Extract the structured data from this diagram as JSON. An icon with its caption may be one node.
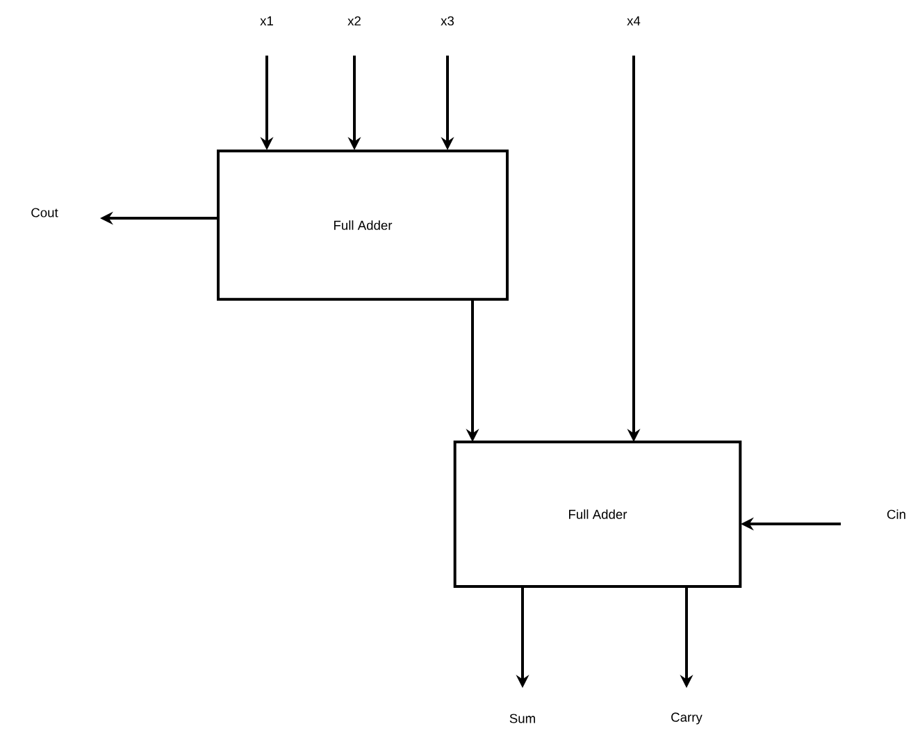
{
  "diagram": {
    "nodes": [
      {
        "text": [
          "x1"
        ]
      },
      {
        "text": [
          "x2"
        ]
      },
      {
        "text": [
          "x3"
        ]
      },
      {
        "text": [
          "x4"
        ]
      },
      {
        "text": [
          "Cout"
        ]
      },
      {
        "text": [
          "Full Adder"
        ]
      },
      {
        "text": [
          "Full Adder"
        ]
      },
      {
        "text": [
          "Cin"
        ]
      },
      {
        "text": [
          "Sum"
        ]
      },
      {
        "text": [
          "Carry"
        ]
      }
    ],
    "edges": [
      {
        "from": 0,
        "to": 5,
        "arrow": "to"
      },
      {
        "from": 1,
        "to": 5,
        "arrow": "to"
      },
      {
        "from": 2,
        "to": 5,
        "arrow": "to"
      },
      {
        "from": 5,
        "to": 4,
        "arrow": "to"
      },
      {
        "from": 5,
        "to": 6,
        "arrow": "to"
      },
      {
        "from": 3,
        "to": 6,
        "arrow": "to"
      },
      {
        "from": 7,
        "to": 6,
        "arrow": "to"
      },
      {
        "from": 6,
        "to": 8,
        "arrow": "to"
      },
      {
        "from": 6,
        "to": 9,
        "arrow": "to"
      }
    ]
  }
}
